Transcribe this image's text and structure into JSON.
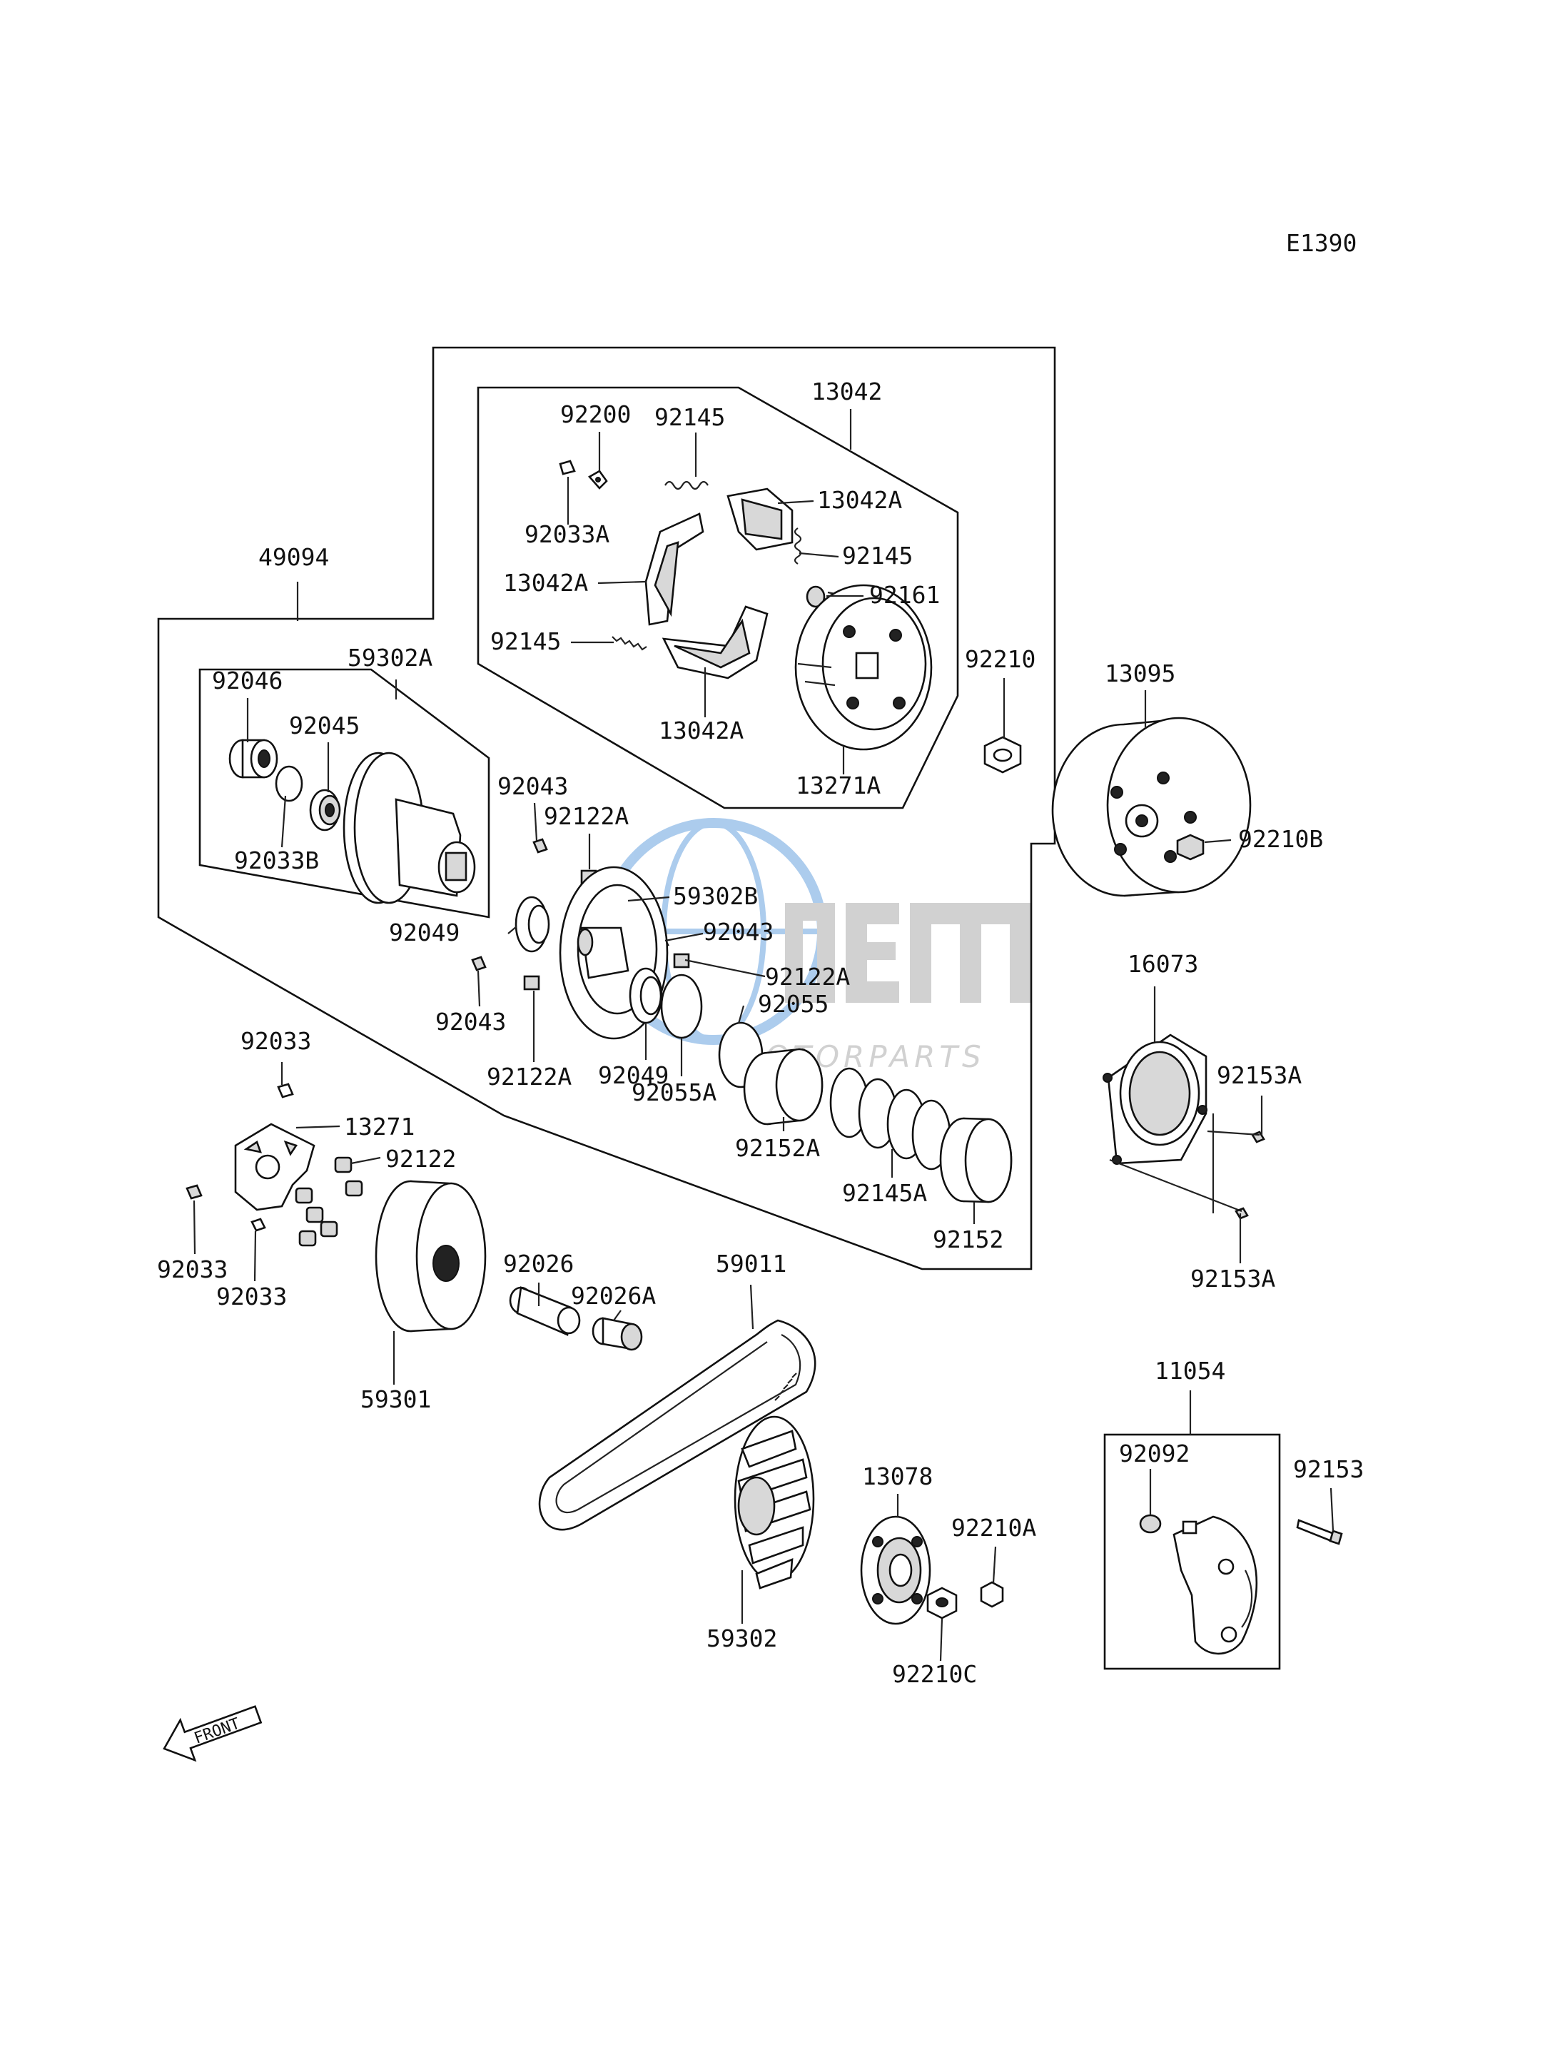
{
  "diagram_code": "E1390",
  "watermark": {
    "name": "OEM MOTORPARTS",
    "accent_color": "#4a90d9",
    "text_color": "#9a9a9a"
  },
  "front_arrow_label": "FRONT",
  "labels": {
    "p13042": "13042",
    "p92200": "92200",
    "p92145_top": "92145",
    "p13042A_1": "13042A",
    "p92033A": "92033A",
    "p13042A_2": "13042A",
    "p92145_right": "92145",
    "p92161": "92161",
    "p92145_left": "92145",
    "p13042A_3": "13042A",
    "p13271A": "13271A",
    "p92210": "92210",
    "p13095": "13095",
    "p92210B": "92210B",
    "p49094": "49094",
    "p59302A": "59302A",
    "p92046": "92046",
    "p92045": "92045",
    "p92033B": "92033B",
    "p92043_1": "92043",
    "p92122A_1": "92122A",
    "p59302B": "59302B",
    "p92049_1": "92049",
    "p92043_2": "92043",
    "p92122A_2": "92122A",
    "p92043_3": "92043",
    "p92055": "92055",
    "p92122A_3": "92122A",
    "p92049_2": "92049",
    "p92055A": "92055A",
    "p92152A": "92152A",
    "p92145A": "92145A",
    "p92152": "92152",
    "p16073": "16073",
    "p92153A_1": "92153A",
    "p92153A_2": "92153A",
    "p92033_1": "92033",
    "p13271": "13271",
    "p92122": "92122",
    "p92033_2": "92033",
    "p92033_3": "92033",
    "p92026": "92026",
    "p92026A": "92026A",
    "p59011": "59011",
    "p59301": "59301",
    "p13078": "13078",
    "p92210A": "92210A",
    "p59302": "59302",
    "p92210C": "92210C",
    "p11054": "11054",
    "p92092": "92092",
    "p92153": "92153"
  }
}
